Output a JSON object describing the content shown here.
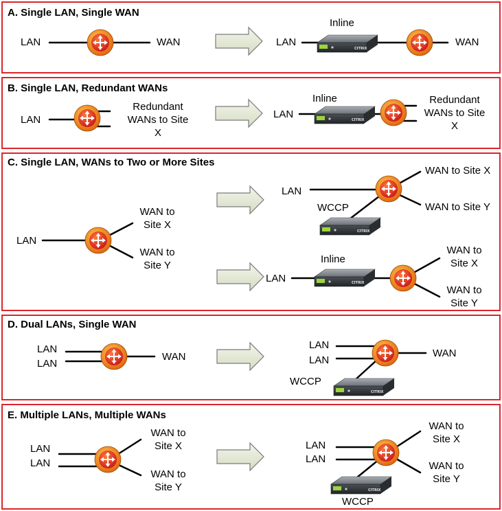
{
  "panels": [
    {
      "title": "A. Single LAN, Single WAN"
    },
    {
      "title": "B. Single LAN, Redundant WANs"
    },
    {
      "title": "C. Single LAN, WANs to Two or More Sites"
    },
    {
      "title": "D. Dual LANs, Single WAN"
    },
    {
      "title": "E. Multiple LANs, Multiple WANs"
    }
  ],
  "labels": {
    "lan": "LAN",
    "wan": "WAN",
    "inline": "Inline",
    "wccp": "WCCP",
    "redundant_l1": "Redundant",
    "redundant_l2": "WANs to Site",
    "redundant_l3": "X",
    "wan_to": "WAN to",
    "site_x": "Site X",
    "site_y": "Site Y",
    "wan_to_site_x": "WAN to Site X",
    "wan_to_site_y": "WAN to Site Y"
  },
  "appliance_brand": "CITRIX",
  "colors": {
    "panel_border": "#d9262b",
    "arrow_fill": "#e6ebd9",
    "arrow_stroke": "#7a7a7a",
    "router_outer": "#f08a1c",
    "router_inner": "#e8321e",
    "appliance_body": "#3f4347"
  },
  "icons": [
    "router-icon",
    "appliance-icon",
    "right-arrow-icon"
  ]
}
